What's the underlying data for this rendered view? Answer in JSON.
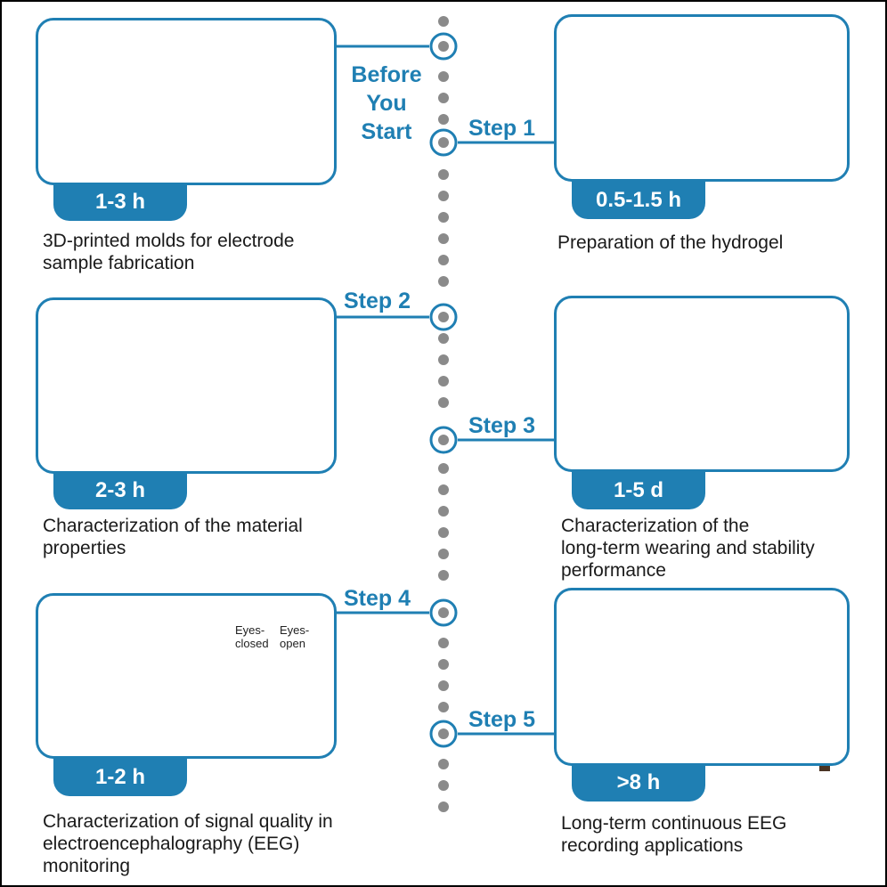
{
  "intro_label": [
    "Before",
    "You",
    "Start"
  ],
  "colors": {
    "accent": "#1f7fb3",
    "timeline_dots": "#8a8a8a",
    "signal": "#e01b24"
  },
  "stages": [
    {
      "id": "before",
      "time": "1-3 h",
      "description": [
        "3D-printed molds for electrode",
        "sample fabrication"
      ]
    },
    {
      "id": "step1",
      "step": "Step 1",
      "time": "0.5-1.5 h",
      "description": [
        "Preparation of the hydrogel"
      ]
    },
    {
      "id": "step2",
      "step": "Step 2",
      "time": "2-3 h",
      "description": [
        "Characterization of the material",
        "properties"
      ]
    },
    {
      "id": "step3",
      "step": "Step 3",
      "time": "1-5 d",
      "description": [
        "Characterization of the",
        "long-term wearing and stability",
        "performance"
      ]
    },
    {
      "id": "step4",
      "step": "Step 4",
      "time": "1-2 h",
      "description": [
        "Characterization of signal quality in",
        "electroencephalography (EEG)",
        "monitoring"
      ],
      "signal_labels": [
        "Eyes-",
        "closed",
        "Eyes-",
        "open"
      ]
    },
    {
      "id": "step5",
      "step": "Step 5",
      "time": ">8 h",
      "description": [
        "Long-term continuous EEG",
        "recording applications"
      ]
    }
  ]
}
